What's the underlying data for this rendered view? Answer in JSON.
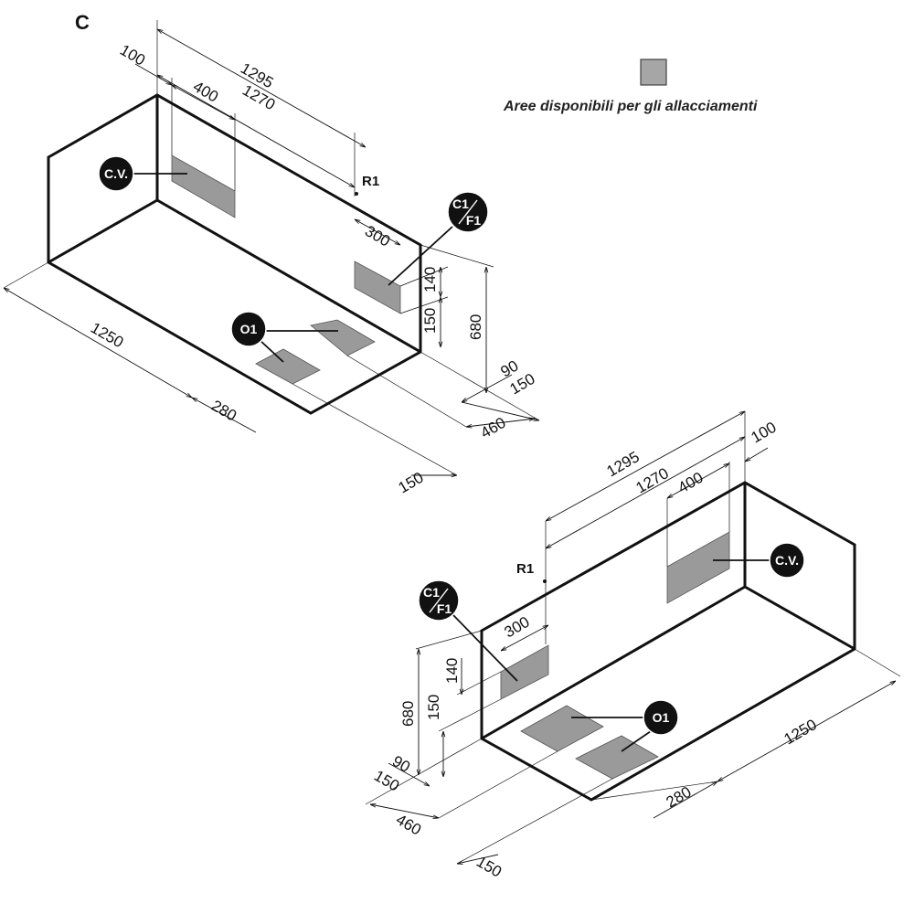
{
  "figure": {
    "panel_label": "C",
    "legend": {
      "text": "Aree disponibili per gli allacciamenti",
      "swatch_color": "#a6a6a6"
    },
    "callouts": {
      "cv": "C.V.",
      "c1": "C1",
      "f1": "F1",
      "o1": "O1",
      "r1": "R1"
    },
    "dimensions": {
      "overall_length": "1295",
      "inner_length": "1270",
      "offset_100": "100",
      "cv_width": "400",
      "c1_width": "300",
      "depth": "1250",
      "o1_width": "280",
      "height": "680",
      "c1_height": "140",
      "c1_offset": "150",
      "base_90": "90",
      "base_150": "150",
      "depth_460": "460",
      "depth_150": "150"
    },
    "colors": {
      "area_fill": "#9a9a9a",
      "outline": "#111111"
    }
  }
}
